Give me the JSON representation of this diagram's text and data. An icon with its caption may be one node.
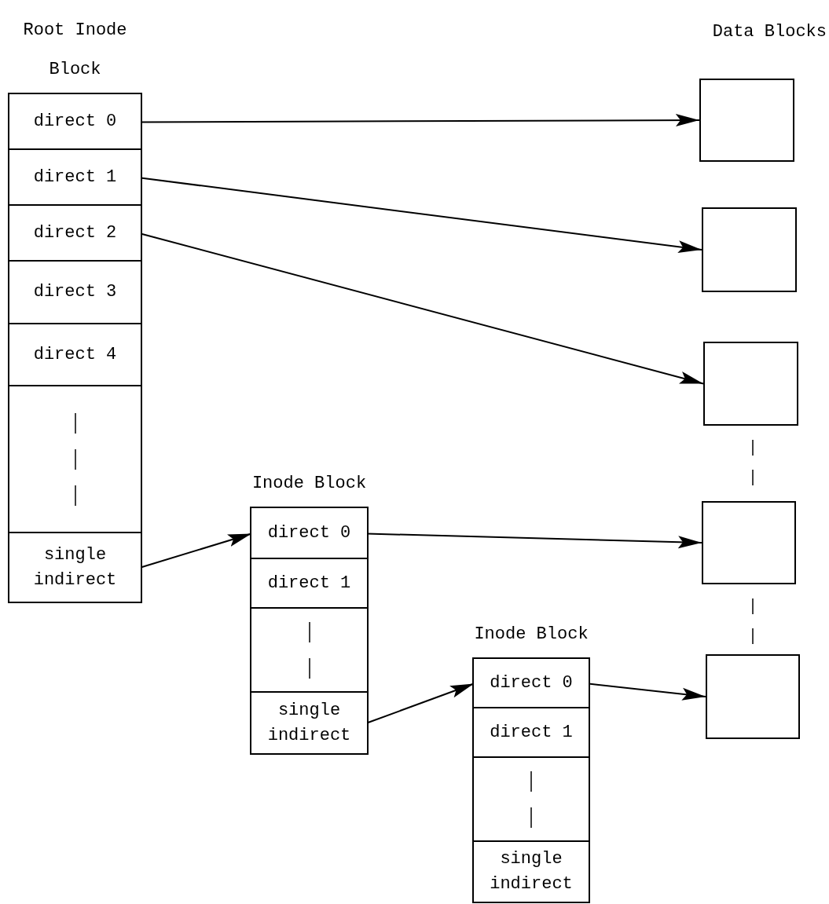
{
  "diagram": {
    "nodes": [
      {
        "text": [
          "Root Inode Block"
        ]
      },
      {
        "text": [
          "direct 0"
        ],
        "in": 0
      },
      {
        "text": [
          "direct 1"
        ],
        "in": 0
      },
      {
        "text": [
          "direct 2"
        ],
        "in": 0
      },
      {
        "text": [
          "direct 3"
        ],
        "in": 0
      },
      {
        "text": [
          "direct 4"
        ],
        "in": 0
      },
      {
        "text": [],
        "shape": "box",
        "in": 0
      },
      {
        "text": [
          "single indirect"
        ],
        "in": 0
      },
      {
        "text": [
          "Inode Block"
        ]
      },
      {
        "text": [
          "direct 0"
        ],
        "in": 8
      },
      {
        "text": [
          "direct 1"
        ],
        "in": 8
      },
      {
        "text": [],
        "shape": "box",
        "in": 8
      },
      {
        "text": [
          "single indirect"
        ],
        "in": 8
      },
      {
        "text": [
          "Inode Block"
        ]
      },
      {
        "text": [
          "direct 0"
        ],
        "in": 13
      },
      {
        "text": [
          "direct 1"
        ],
        "in": 13
      },
      {
        "text": [],
        "shape": "box",
        "in": 13
      },
      {
        "text": [
          "single indirect"
        ],
        "in": 13
      },
      {
        "text": [],
        "shape": "box"
      },
      {
        "text": [],
        "shape": "box"
      },
      {
        "text": [],
        "shape": "box"
      },
      {
        "text": [],
        "shape": "box"
      },
      {
        "text": [],
        "shape": "box"
      }
    ],
    "edges": [
      {
        "from": 1,
        "to": 18,
        "arrow": "to"
      },
      {
        "from": 2,
        "to": 19,
        "arrow": "to"
      },
      {
        "from": 3,
        "to": 20,
        "arrow": "to"
      },
      {
        "from": 7,
        "to": 9,
        "arrow": "to"
      },
      {
        "from": 9,
        "to": 21,
        "arrow": "to"
      },
      {
        "from": 12,
        "to": 14,
        "arrow": "to"
      },
      {
        "from": 14,
        "to": 22,
        "arrow": "to"
      }
    ],
    "labels": [
      "Data Blocks"
    ]
  }
}
